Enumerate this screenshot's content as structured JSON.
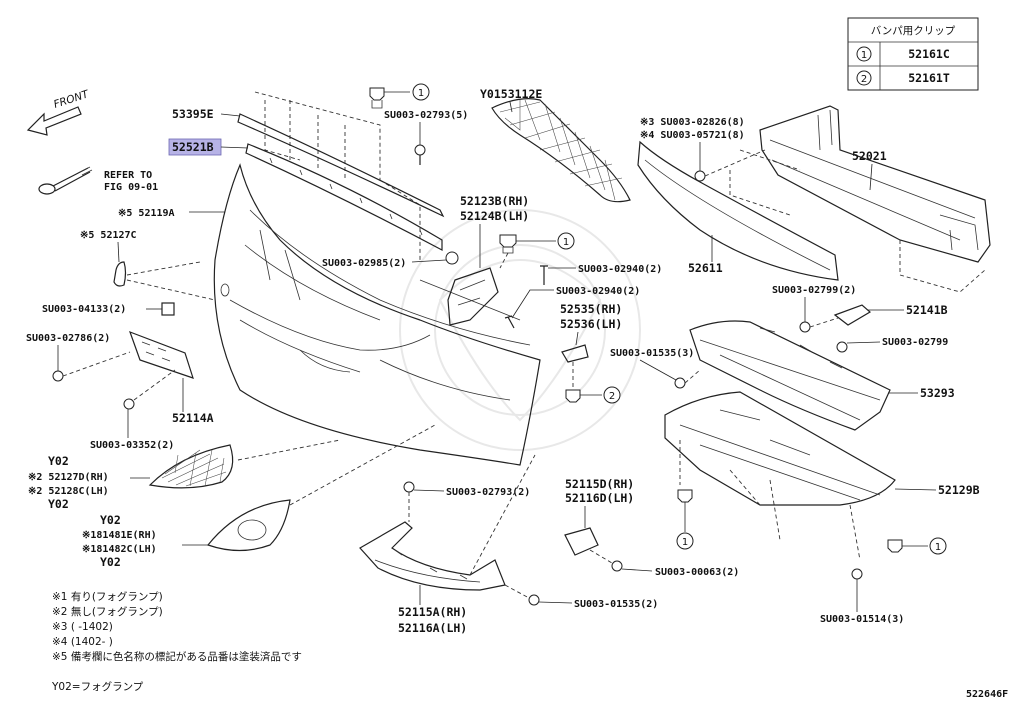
{
  "diagram": {
    "front_label": "FRONT",
    "diagram_code": "522646F",
    "clip_table": {
      "header": "バンパ用クリップ",
      "rows": [
        {
          "mark": "1",
          "part": "52161C"
        },
        {
          "mark": "2",
          "part": "52161T"
        }
      ]
    },
    "refer": {
      "line1": "REFER TO",
      "line2": "FIG 09-01"
    },
    "labels": {
      "p53395E": "53395E",
      "p52521B": "52521B",
      "p52119A": "※5 52119A",
      "p52127C": "※5 52127C",
      "s04133": "SU003-04133(2)",
      "s02786": "SU003-02786(2)",
      "p52114A": "52114A",
      "s03352": "SU003-03352(2)",
      "y02a": "Y02",
      "p52127D": "※2 52127D(RH)",
      "p52128C": "※2 52128C(LH)",
      "y02b": "Y02",
      "y02c": "Y02",
      "p181481E": "※181481E(RH)",
      "p181482C": "※181482C(LH)",
      "y02d": "Y02",
      "s02793a": "SU003-02793(5)",
      "s02985": "SU003-02985(2)",
      "pY0153112E": "Y0153112E",
      "p52123B": "52123B(RH)",
      "p52124B": "52124B(LH)",
      "s02940a": "SU003-02940(2)",
      "s02940b": "SU003-02940(2)",
      "p52535": "52535(RH)",
      "p52536": "52536(LH)",
      "s02826": "※3 SU003-02826(8)",
      "s05721": "※4 SU003-05721(8)",
      "p52021": "52021",
      "p52611": "52611",
      "s02799a": "SU003-02799(2)",
      "p52141B": "52141B",
      "s02799b": "SU003-02799",
      "s01535a": "SU003-01535(3)",
      "p53293": "53293",
      "p52129B": "52129B",
      "s02793b": "SU003-02793(2)",
      "p52115D": "52115D(RH)",
      "p52116D": "52116D(LH)",
      "s00063": "SU003-00063(2)",
      "s01535b": "SU003-01535(2)",
      "p52115A": "52115A(RH)",
      "p52116A": "52116A(LH)",
      "s01514": "SU003-01514(3)",
      "circ1a": "1",
      "circ1b": "1",
      "circ2": "2",
      "circ1c": "1",
      "circ1d": "1"
    },
    "notes": [
      "※1 有り(フォグランプ)",
      "※2 無し(フォグランプ)",
      "※3 (      -1402)",
      "※4 (1402-      )",
      "※5 備考欄に色名称の標記がある品番は塗装済品です"
    ],
    "legend_y02": "Y02=フォグランプ",
    "colors": {
      "highlight": "#b7b3e6",
      "line": "#222222"
    }
  }
}
